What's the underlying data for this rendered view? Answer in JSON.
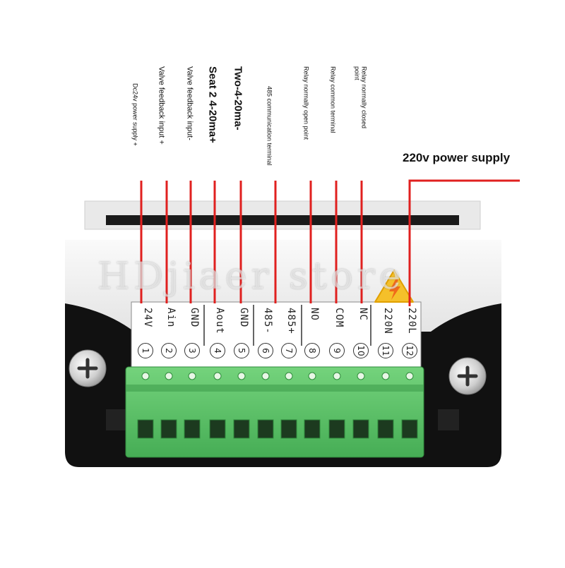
{
  "power_label": "220v power supply",
  "watermark": "HDjiaer store",
  "pin_labels": [
    {
      "text": "Dc24v power supply +"
    },
    {
      "text": "Valve feedback input +"
    },
    {
      "text": "Valve feedback input-"
    },
    {
      "text": "Seat 2 4-20ma+"
    },
    {
      "text": "Two-4-20ma-"
    },
    {
      "text": "485 communication terminal"
    },
    {
      "text": "Relay normally open point"
    },
    {
      "text": "Relay common terminal"
    },
    {
      "text": "Relay normally closed point"
    }
  ],
  "terminals": [
    {
      "num": "1",
      "name": "24V"
    },
    {
      "num": "2",
      "name": "Ain"
    },
    {
      "num": "3",
      "name": "GND"
    },
    {
      "num": "4",
      "name": "Aout"
    },
    {
      "num": "5",
      "name": "GND"
    },
    {
      "num": "6",
      "name": "485-"
    },
    {
      "num": "7",
      "name": "485+"
    },
    {
      "num": "8",
      "name": "NO"
    },
    {
      "num": "9",
      "name": "COM"
    },
    {
      "num": "10",
      "name": "NC"
    },
    {
      "num": "11",
      "name": "220N"
    },
    {
      "num": "12",
      "name": "220L"
    }
  ],
  "colors": {
    "wire": "#e0201f",
    "housing": "#111111",
    "panel": "#f2f2f2",
    "connector": "#5fc46a",
    "warning": "#f5c02a"
  },
  "icons": [
    "warning-high-voltage-icon",
    "screw-icon"
  ]
}
